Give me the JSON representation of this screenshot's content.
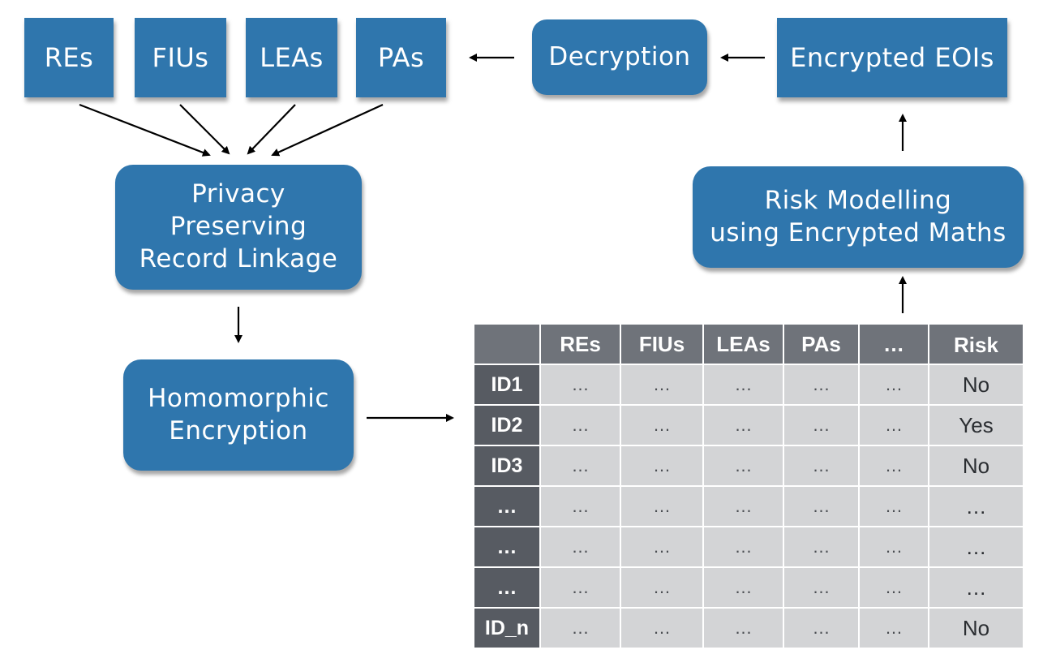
{
  "sources": [
    {
      "label": "REs"
    },
    {
      "label": "FIUs"
    },
    {
      "label": "LEAs"
    },
    {
      "label": "PAs"
    }
  ],
  "flow": {
    "linkage_lines": [
      "Privacy",
      "Preserving",
      "Record Linkage"
    ],
    "encryption_lines": [
      "Homomorphic",
      "Encryption"
    ],
    "risk_model_lines": [
      "Risk Modelling",
      "using Encrypted Maths"
    ],
    "encrypted_eois": "Encrypted EOIs",
    "decryption": "Decryption"
  },
  "table": {
    "columns": [
      "REs",
      "FIUs",
      "LEAs",
      "PAs",
      "…",
      "Risk"
    ],
    "rows": [
      {
        "id": "ID1",
        "cells": [
          "…",
          "…",
          "…",
          "…",
          "…"
        ],
        "risk": "No"
      },
      {
        "id": "ID2",
        "cells": [
          "…",
          "…",
          "…",
          "…",
          "…"
        ],
        "risk": "Yes"
      },
      {
        "id": "ID3",
        "cells": [
          "…",
          "…",
          "…",
          "…",
          "…"
        ],
        "risk": "No"
      },
      {
        "id": "…",
        "cells": [
          "…",
          "…",
          "…",
          "…",
          "…"
        ],
        "risk": "…"
      },
      {
        "id": "…",
        "cells": [
          "…",
          "…",
          "…",
          "…",
          "…"
        ],
        "risk": "…"
      },
      {
        "id": "…",
        "cells": [
          "…",
          "…",
          "…",
          "…",
          "…"
        ],
        "risk": "…"
      },
      {
        "id": "ID_n",
        "cells": [
          "…",
          "…",
          "…",
          "…",
          "…"
        ],
        "risk": "No"
      }
    ]
  },
  "colors": {
    "box": "#2f76ad",
    "table_header": "#6f737a",
    "table_row_header": "#575b62",
    "table_cell": "#d3d4d6"
  }
}
